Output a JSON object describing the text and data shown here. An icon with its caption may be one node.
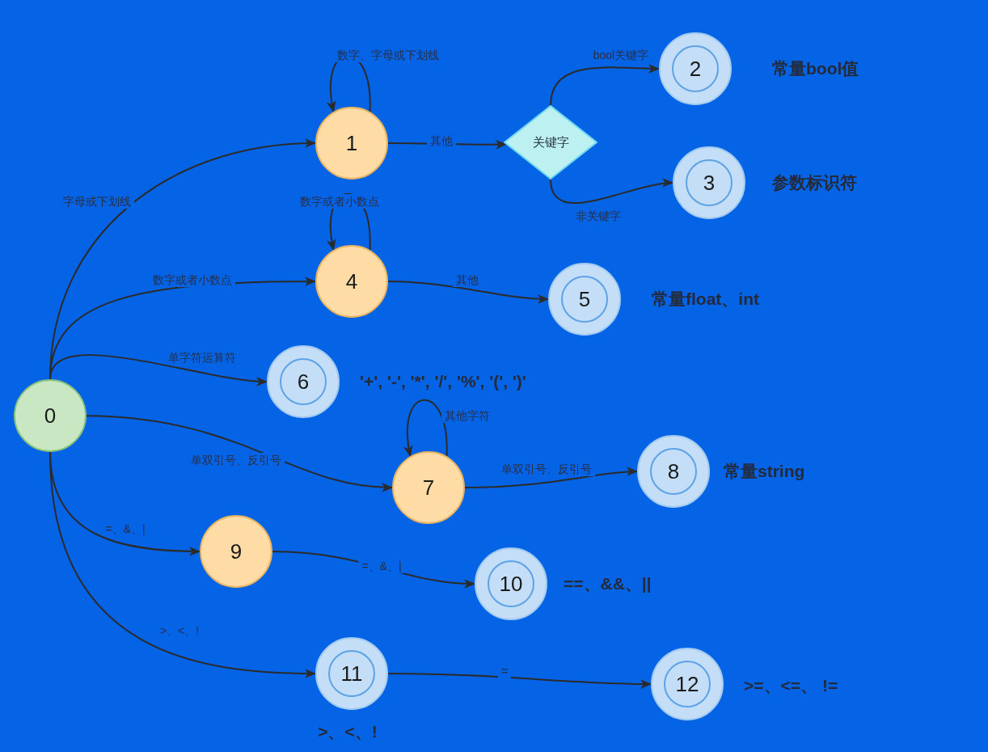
{
  "diagram": {
    "nodes": [
      {
        "text": [
          "0"
        ]
      },
      {
        "text": [
          "1"
        ]
      },
      {
        "text": [
          "2"
        ],
        "beside": [
          "常量bool值"
        ]
      },
      {
        "text": [
          "3"
        ],
        "beside": [
          "参数标识符"
        ]
      },
      {
        "text": [
          "4"
        ]
      },
      {
        "text": [
          "5"
        ],
        "beside": [
          "常量float、int"
        ]
      },
      {
        "text": [
          "6"
        ],
        "beside": [
          "'+', '-', '*', '/', '%', '(', ')'"
        ]
      },
      {
        "text": [
          "7"
        ]
      },
      {
        "text": [
          "8"
        ],
        "beside": [
          "常量string"
        ]
      },
      {
        "text": [
          "9"
        ]
      },
      {
        "text": [
          "10"
        ],
        "beside": [
          "==、&&、||"
        ]
      },
      {
        "text": [
          "11"
        ],
        "beside": [
          ">、<、!"
        ]
      },
      {
        "text": [
          "12"
        ],
        "beside": [
          ">=、<=、 !="
        ]
      },
      {
        "text": [
          "关键字"
        ]
      }
    ],
    "edges": [
      {
        "from": 0,
        "to": 1,
        "arrow": "to",
        "label": "字母或下划线"
      },
      {
        "from": 1,
        "to": 1,
        "arrow": "to",
        "label": "数字、字母或下划线"
      },
      {
        "from": 1,
        "to": 13,
        "arrow": "to",
        "label": "其他"
      },
      {
        "from": 13,
        "to": 2,
        "arrow": "to",
        "label": "bool关键字"
      },
      {
        "from": 13,
        "to": 3,
        "arrow": "to",
        "label": "非关键字"
      },
      {
        "from": 0,
        "to": 4,
        "arrow": "to",
        "label": "数字或者小数点"
      },
      {
        "from": 4,
        "to": 4,
        "arrow": "to",
        "label": "数字或者小数点"
      },
      {
        "from": 4,
        "to": 5,
        "arrow": "to",
        "label": "其他"
      },
      {
        "from": 0,
        "to": 6,
        "arrow": "to",
        "label": "单字符运算符"
      },
      {
        "from": 0,
        "to": 7,
        "arrow": "to",
        "label": "单双引号、反引号"
      },
      {
        "from": 7,
        "to": 7,
        "arrow": "to",
        "label": "其他字符"
      },
      {
        "from": 7,
        "to": 8,
        "arrow": "to",
        "label": "单双引号、反引号"
      },
      {
        "from": 0,
        "to": 9,
        "arrow": "to",
        "label": "=、&、|"
      },
      {
        "from": 9,
        "to": 10,
        "arrow": "to",
        "label": "=、&、|"
      },
      {
        "from": 0,
        "to": 11,
        "arrow": "to",
        "label": ">、<、!"
      },
      {
        "from": 11,
        "to": 12,
        "arrow": "to",
        "label": "="
      }
    ]
  }
}
